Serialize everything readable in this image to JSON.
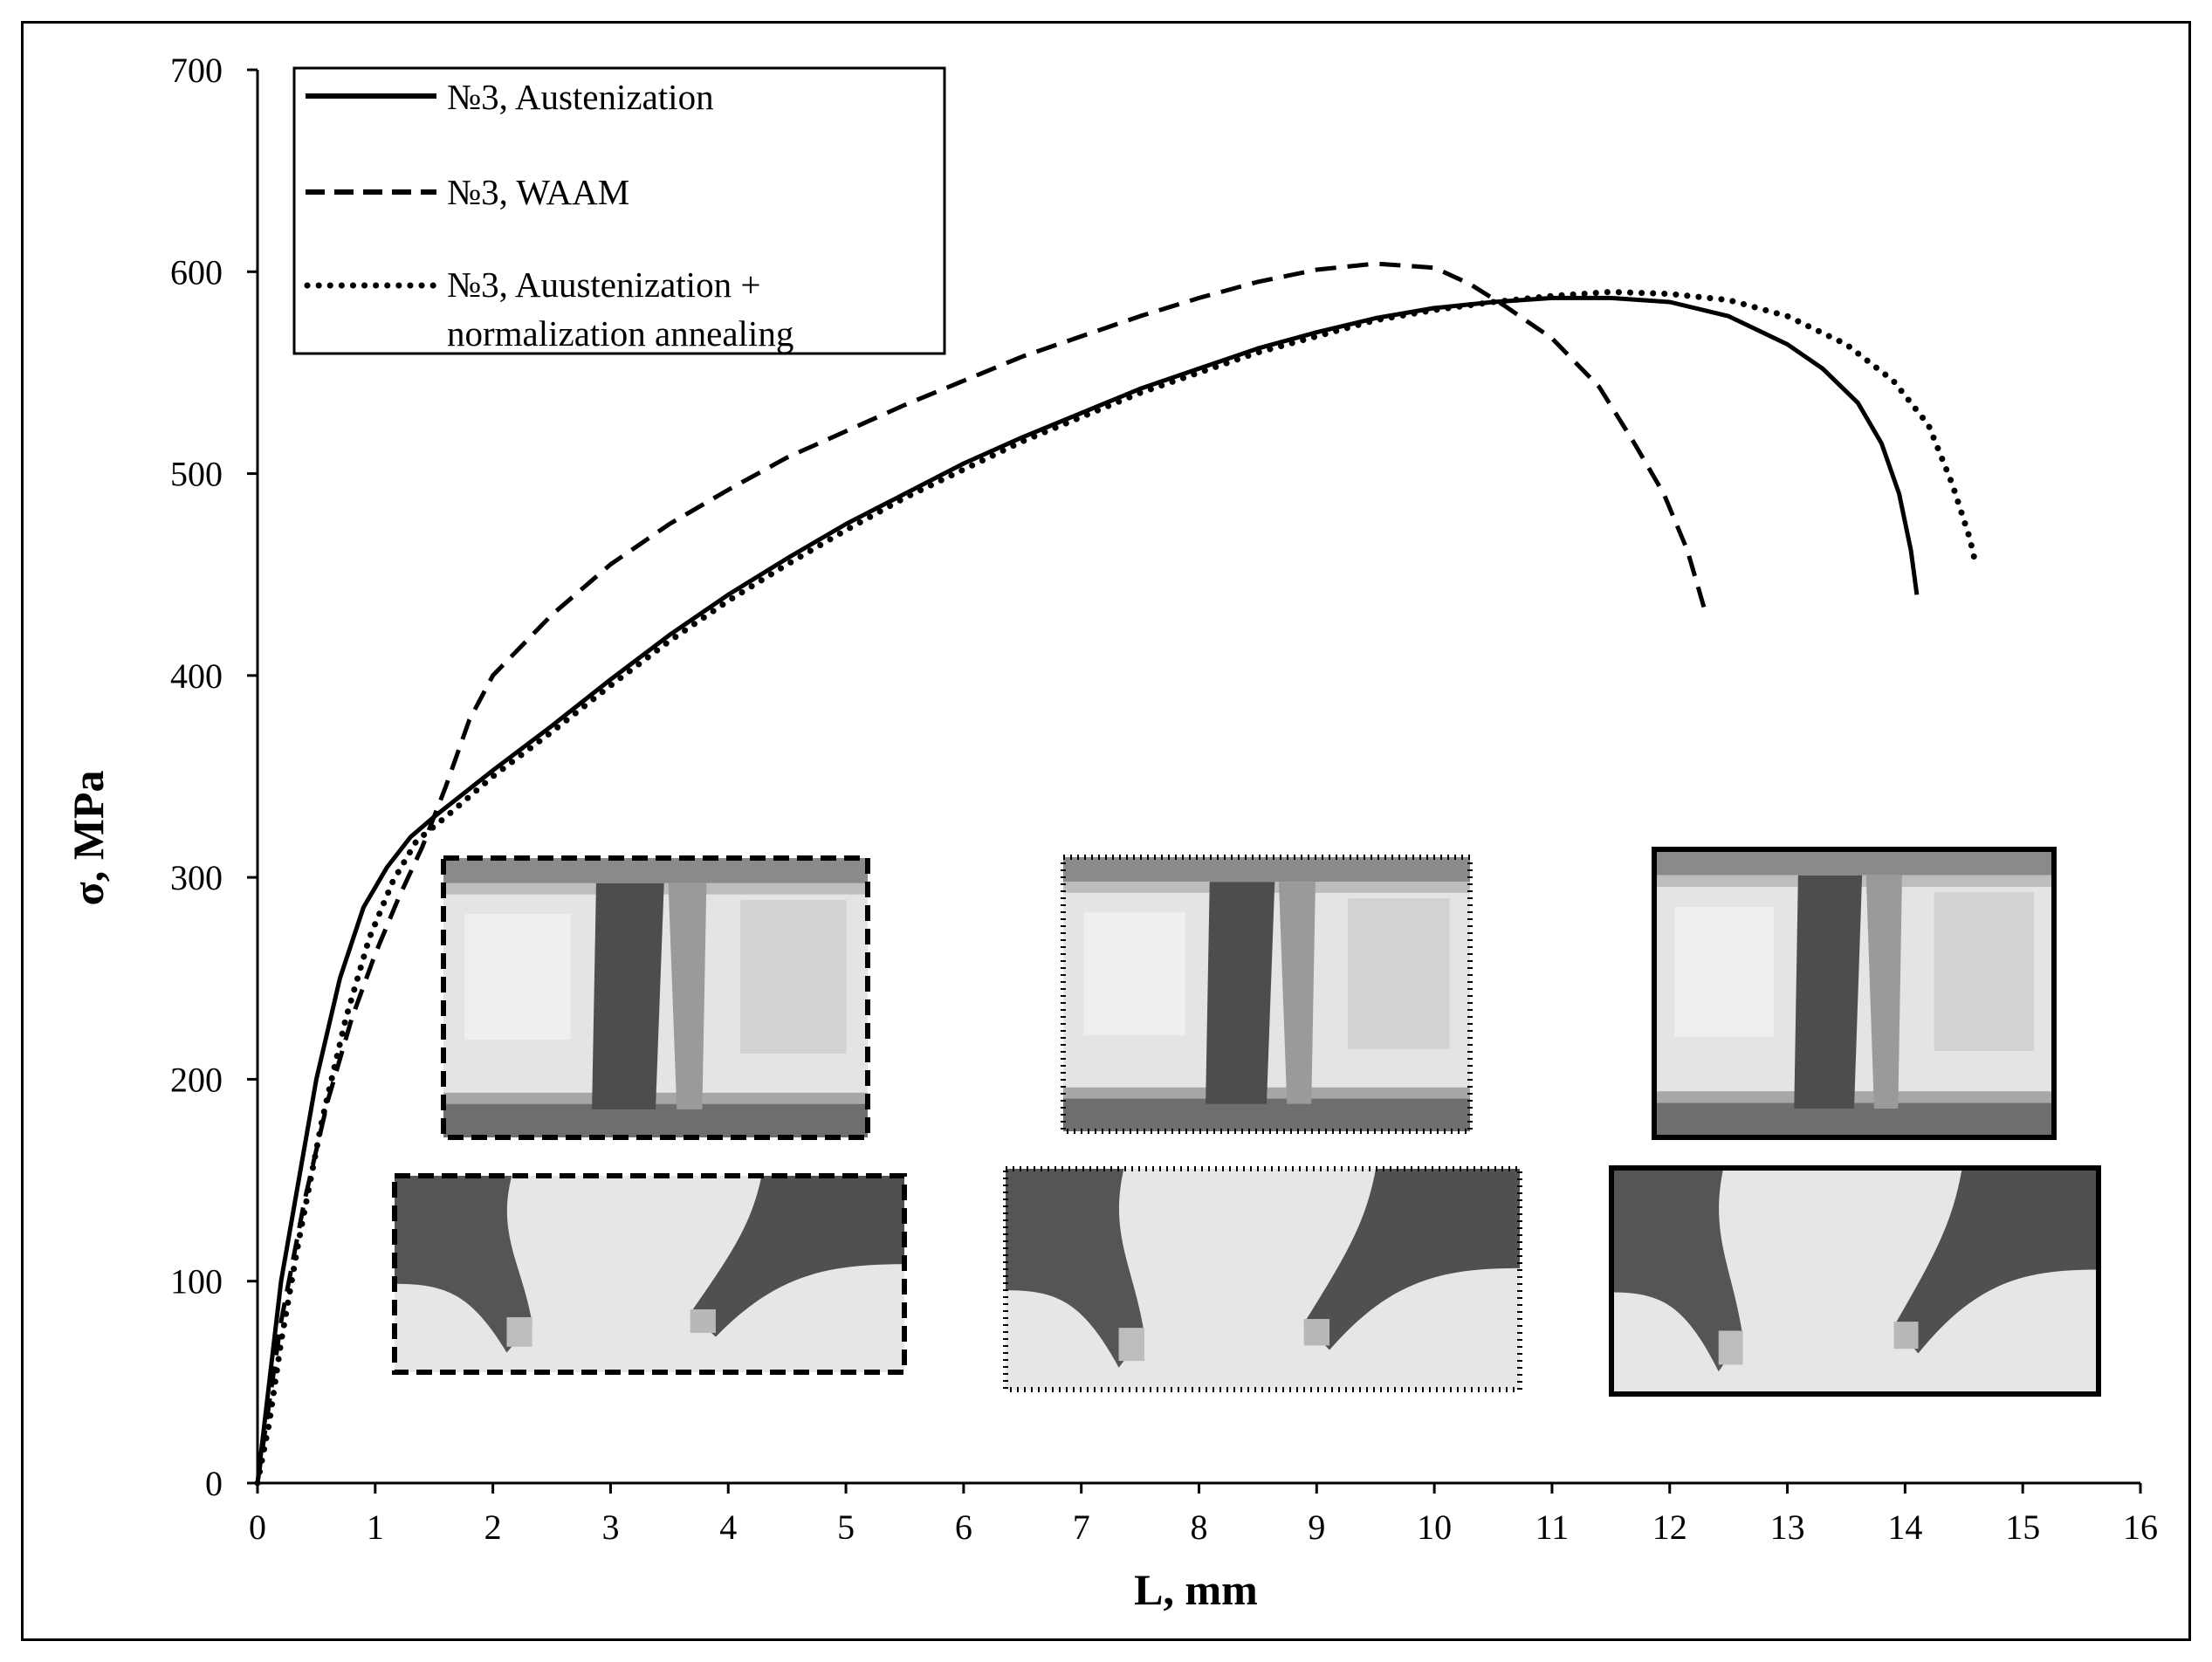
{
  "chart_data": {
    "type": "line",
    "xlabel": "L, mm",
    "ylabel": "σ, MPa",
    "xlim": [
      0,
      16
    ],
    "ylim": [
      0,
      700
    ],
    "x_ticks": [
      0,
      1,
      2,
      3,
      4,
      5,
      6,
      7,
      8,
      9,
      10,
      11,
      12,
      13,
      14,
      15,
      16
    ],
    "y_ticks": [
      0,
      100,
      200,
      300,
      400,
      500,
      600,
      700
    ],
    "grid": false,
    "legend_position": "top-left",
    "series": [
      {
        "name": "№3, Austenization",
        "style": "solid",
        "color": "#000000",
        "points": [
          [
            0,
            0
          ],
          [
            0.1,
            50
          ],
          [
            0.2,
            100
          ],
          [
            0.35,
            150
          ],
          [
            0.5,
            200
          ],
          [
            0.7,
            250
          ],
          [
            0.9,
            285
          ],
          [
            1.1,
            305
          ],
          [
            1.3,
            320
          ],
          [
            1.5,
            330
          ],
          [
            2,
            353
          ],
          [
            2.5,
            375
          ],
          [
            3,
            398
          ],
          [
            3.5,
            420
          ],
          [
            4,
            440
          ],
          [
            4.5,
            458
          ],
          [
            5,
            475
          ],
          [
            5.5,
            490
          ],
          [
            6,
            505
          ],
          [
            6.5,
            518
          ],
          [
            7,
            530
          ],
          [
            7.5,
            542
          ],
          [
            8,
            552
          ],
          [
            8.5,
            562
          ],
          [
            9,
            570
          ],
          [
            9.5,
            577
          ],
          [
            10,
            582
          ],
          [
            10.5,
            585
          ],
          [
            11,
            587
          ],
          [
            11.5,
            587
          ],
          [
            12,
            585
          ],
          [
            12.5,
            578
          ],
          [
            13,
            564
          ],
          [
            13.3,
            552
          ],
          [
            13.6,
            535
          ],
          [
            13.8,
            515
          ],
          [
            13.95,
            490
          ],
          [
            14.05,
            462
          ],
          [
            14.1,
            440
          ]
        ]
      },
      {
        "name": "№3, WAAM",
        "style": "dashed",
        "color": "#000000",
        "points": [
          [
            0,
            0
          ],
          [
            0.1,
            40
          ],
          [
            0.2,
            80
          ],
          [
            0.4,
            140
          ],
          [
            0.6,
            190
          ],
          [
            0.8,
            230
          ],
          [
            1,
            262
          ],
          [
            1.2,
            290
          ],
          [
            1.4,
            315
          ],
          [
            1.6,
            345
          ],
          [
            1.8,
            378
          ],
          [
            2,
            400
          ],
          [
            2.5,
            430
          ],
          [
            3,
            455
          ],
          [
            3.5,
            475
          ],
          [
            4,
            492
          ],
          [
            4.5,
            508
          ],
          [
            5,
            521
          ],
          [
            5.5,
            534
          ],
          [
            6,
            546
          ],
          [
            6.5,
            558
          ],
          [
            7,
            568
          ],
          [
            7.5,
            578
          ],
          [
            8,
            587
          ],
          [
            8.5,
            595
          ],
          [
            9,
            601
          ],
          [
            9.5,
            604
          ],
          [
            10,
            602
          ],
          [
            10.3,
            594
          ],
          [
            10.6,
            583
          ],
          [
            11,
            567
          ],
          [
            11.4,
            543
          ],
          [
            11.7,
            515
          ],
          [
            11.95,
            490
          ],
          [
            12.15,
            462
          ],
          [
            12.3,
            432
          ]
        ]
      },
      {
        "name": "№3, Auustenization + normalization annealing",
        "style": "dotted",
        "color": "#000000",
        "points": [
          [
            0,
            0
          ],
          [
            0.1,
            30
          ],
          [
            0.2,
            70
          ],
          [
            0.35,
            120
          ],
          [
            0.55,
            180
          ],
          [
            0.75,
            230
          ],
          [
            0.95,
            270
          ],
          [
            1.15,
            298
          ],
          [
            1.35,
            318
          ],
          [
            1.6,
            330
          ],
          [
            2,
            350
          ],
          [
            2.5,
            372
          ],
          [
            3,
            395
          ],
          [
            3.5,
            417
          ],
          [
            4,
            437
          ],
          [
            4.5,
            455
          ],
          [
            5,
            472
          ],
          [
            5.5,
            488
          ],
          [
            6,
            502
          ],
          [
            6.5,
            516
          ],
          [
            7,
            528
          ],
          [
            7.5,
            540
          ],
          [
            8,
            550
          ],
          [
            8.5,
            560
          ],
          [
            9,
            568
          ],
          [
            9.5,
            576
          ],
          [
            10,
            581
          ],
          [
            10.5,
            585
          ],
          [
            11,
            588
          ],
          [
            11.5,
            590
          ],
          [
            12,
            589
          ],
          [
            12.5,
            586
          ],
          [
            13,
            578
          ],
          [
            13.5,
            564
          ],
          [
            13.9,
            546
          ],
          [
            14.2,
            524
          ],
          [
            14.4,
            495
          ],
          [
            14.55,
            468
          ],
          [
            14.6,
            455
          ]
        ]
      }
    ]
  },
  "legend": {
    "items": [
      {
        "label": "№3, Austenization",
        "style": "solid"
      },
      {
        "label": "№3, WAAM",
        "style": "dashed"
      },
      {
        "label": "№3, Auustenization +",
        "label_line2": "normalization annealing",
        "style": "dotted"
      }
    ]
  },
  "specimen_photos": [
    {
      "group": "WAAM",
      "view": "fractured specimen in grips",
      "frame_style": "dashed"
    },
    {
      "group": "WAAM",
      "view": "fracture halves",
      "frame_style": "dashed"
    },
    {
      "group": "Auustenization + normalization annealing",
      "view": "fractured specimen in grips",
      "frame_style": "dotted"
    },
    {
      "group": "Auustenization + normalization annealing",
      "view": "fracture halves",
      "frame_style": "dotted"
    },
    {
      "group": "Austenization",
      "view": "fractured specimen in grips",
      "frame_style": "solid"
    },
    {
      "group": "Austenization",
      "view": "fracture halves",
      "frame_style": "solid"
    }
  ]
}
